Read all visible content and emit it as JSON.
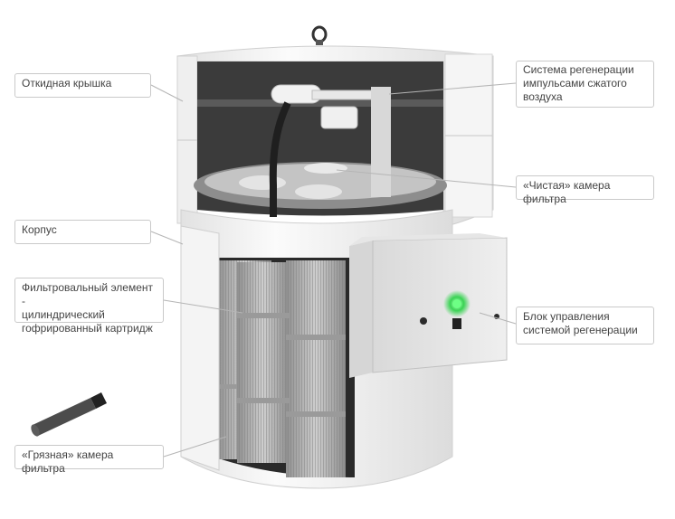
{
  "labels": {
    "lid": "Откидная крышка",
    "body": "Корпус",
    "cartridge": "Фильтровальный элемент -\nцилиндрический\nгофрированный картридж",
    "dirty_chamber": "«Грязная» камера фильтра",
    "regeneration_system": "Система регенерации\nимпульсами сжатого\nвоздуха",
    "clean_chamber": "«Чистая» камера фильтра",
    "control_unit": "Блок управления\nсистемой регенерации"
  },
  "colors": {
    "label_border": "#c9c9c9",
    "label_text": "#444444",
    "leader_line": "#b5b5b5",
    "housing": "#f2f2f2",
    "interior": "#3b3b3b",
    "filter_media": "#b8b8b8",
    "indicator": "#39d353"
  }
}
